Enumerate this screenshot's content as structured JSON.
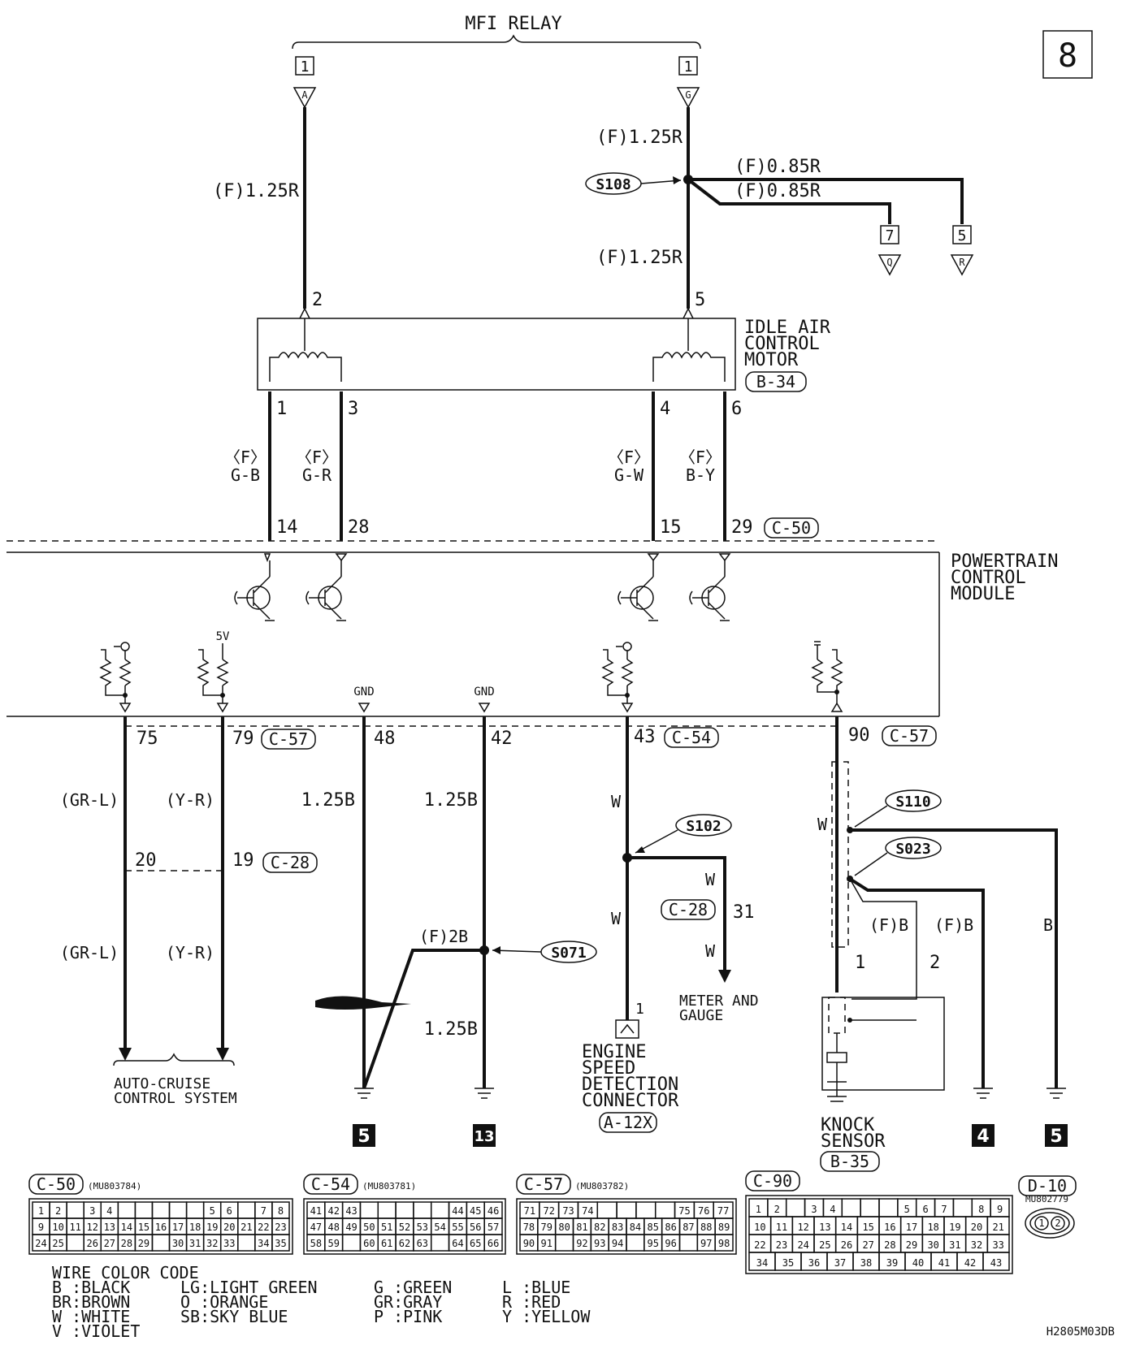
{
  "page_number": "8",
  "relay_title": "MFI RELAY",
  "relay_pins": {
    "left_num": "1",
    "left_letter": "A",
    "right_num": "1",
    "right_letter": "G"
  },
  "wires_top": {
    "left": "(F)1.25R",
    "right_upper": "(F)1.25R",
    "right_lower": "(F)1.25R",
    "branch1": "(F)0.85R",
    "branch2": "(F)0.85R"
  },
  "splices": {
    "s108": "S108",
    "s110": "S110",
    "s023": "S023",
    "s102": "S102",
    "s071": "S071"
  },
  "branch_connectors": [
    {
      "num": "7",
      "letter": "Q"
    },
    {
      "num": "5",
      "letter": "R"
    }
  ],
  "idle_air": {
    "title_lines": [
      "IDLE AIR",
      "CONTROL",
      "MOTOR"
    ],
    "connector": "B-34",
    "top_pins": [
      "2",
      "5"
    ],
    "bottom_pins": [
      "1",
      "3",
      "4",
      "6"
    ]
  },
  "motor_wires": [
    {
      "label": "(F)\nG-B"
    },
    {
      "label": "(F)\nG-R"
    },
    {
      "label": "(F)\nG-W"
    },
    {
      "label": "(F)\nB-Y"
    }
  ],
  "pcm_top_pins": [
    "14",
    "28",
    "15",
    "29"
  ],
  "pcm_top_connector": "C-50",
  "pcm": {
    "title_lines": [
      "POWERTRAIN",
      "CONTROL",
      "MODULE"
    ],
    "vref": "5V",
    "gnd1": "GND",
    "gnd2": "GND"
  },
  "pcm_bottom": {
    "pins": [
      "75",
      "79",
      "48",
      "42",
      "43",
      "90"
    ],
    "c57": "C-57",
    "c54": "C-54",
    "c57b": "C-57"
  },
  "lower_wires": {
    "grl1": "(GR-L)",
    "yr1": "(Y-R)",
    "b125a": "1.25B",
    "b125b": "1.25B",
    "w1": "W",
    "w2": "W",
    "w3": "W",
    "w4": "W",
    "w_knock": "W",
    "grl2": "(GR-L)",
    "yr2": "(Y-R)",
    "f2b": "(F)2B",
    "b125c": "1.25B",
    "fb1": "(F)B",
    "fb2": "(F)B",
    "b": "B"
  },
  "c28": {
    "pins": [
      "20",
      "19",
      "31"
    ],
    "label": "C-28",
    "label2": "C-28"
  },
  "auto_cruise": [
    "AUTO-CRUISE",
    "CONTROL SYSTEM"
  ],
  "meter": [
    "METER AND",
    "GAUGE"
  ],
  "engine_speed": {
    "pin": "1",
    "lines": [
      "ENGINE",
      "SPEED",
      "DETECTION",
      "CONNECTOR"
    ],
    "connector": "A-12X"
  },
  "knock": {
    "pins": [
      "1",
      "2"
    ],
    "lines": [
      "KNOCK",
      "SENSOR"
    ],
    "connector": "B-35"
  },
  "ground_refs": [
    "5",
    "13",
    "4",
    "5"
  ],
  "connector_tables": [
    {
      "name": "C-50",
      "part": "(MU803784)",
      "rows": [
        [
          "1",
          "2",
          "",
          "3",
          "4",
          "",
          "",
          "",
          "",
          "",
          "5",
          "6",
          "",
          "7",
          "8"
        ],
        [
          "9",
          "10",
          "11",
          "12",
          "13",
          "14",
          "15",
          "16",
          "17",
          "18",
          "19",
          "20",
          "21",
          "22",
          "23"
        ],
        [
          "24",
          "25",
          "",
          "26",
          "27",
          "28",
          "29",
          "",
          "30",
          "31",
          "32",
          "33",
          "",
          "34",
          "35"
        ]
      ]
    },
    {
      "name": "C-54",
      "part": "(MU803781)",
      "rows": [
        [
          "41",
          "42",
          "43",
          "",
          "",
          "",
          "",
          "",
          "44",
          "45",
          "46"
        ],
        [
          "47",
          "48",
          "49",
          "50",
          "51",
          "52",
          "53",
          "54",
          "55",
          "56",
          "57"
        ],
        [
          "58",
          "59",
          "",
          "60",
          "61",
          "62",
          "63",
          "",
          "64",
          "65",
          "66"
        ]
      ]
    },
    {
      "name": "C-57",
      "part": "(MU803782)",
      "rows": [
        [
          "71",
          "72",
          "73",
          "74",
          "",
          "",
          "",
          "",
          "75",
          "76",
          "77"
        ],
        [
          "78",
          "79",
          "80",
          "81",
          "82",
          "83",
          "84",
          "85",
          "86",
          "87",
          "88",
          "89"
        ],
        [
          "90",
          "91",
          "",
          "92",
          "93",
          "94",
          "",
          "95",
          "96",
          "",
          "97",
          "98"
        ]
      ]
    },
    {
      "name": "C-90",
      "part": "",
      "rows": [
        [
          "1",
          "2",
          "",
          "3",
          "4",
          "",
          "",
          "",
          "5",
          "6",
          "7",
          "",
          "8",
          "9"
        ],
        [
          "10",
          "11",
          "12",
          "13",
          "14",
          "15",
          "16",
          "17",
          "18",
          "19",
          "20",
          "21"
        ],
        [
          "22",
          "23",
          "24",
          "25",
          "26",
          "27",
          "28",
          "29",
          "30",
          "31",
          "32",
          "33"
        ],
        [
          "34",
          "35",
          "36",
          "37",
          "38",
          "39",
          "40",
          "41",
          "42",
          "43"
        ]
      ]
    },
    {
      "name": "D-10",
      "part": "MU802779",
      "pins": [
        "1",
        "2"
      ]
    }
  ],
  "color_code": {
    "title": "WIRE COLOR CODE",
    "items": [
      "B :BLACK",
      "BR:BROWN",
      "W :WHITE",
      "V :VIOLET",
      "LG:LIGHT GREEN",
      "O :ORANGE",
      "SB:SKY BLUE",
      "G :GREEN",
      "GR:GRAY",
      "P :PINK",
      "L :BLUE",
      "R :RED",
      "Y :YELLOW"
    ]
  },
  "doc_code": "H2805M03DB"
}
